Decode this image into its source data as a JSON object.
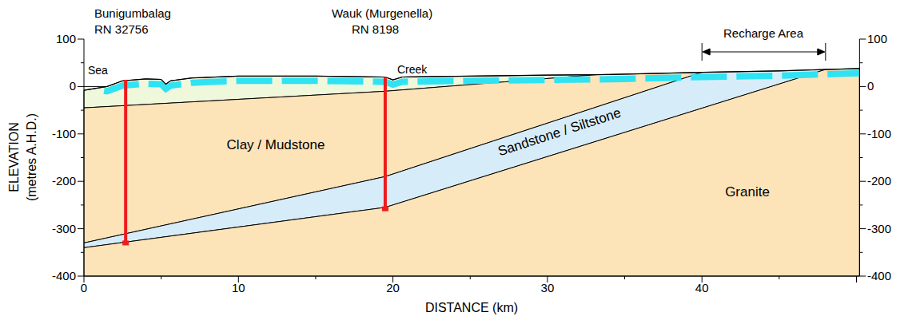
{
  "diagram": {
    "nodes": [
      {
        "text": [
          "Clay / Mudstone"
        ]
      },
      {
        "text": [
          "Sandstone / Siltstone"
        ]
      },
      {
        "text": [
          "Granite"
        ]
      }
    ],
    "labels": [
      "Bunigumbalag",
      "RN 32756",
      "Wauk (Murgenella)",
      "RN 8198",
      "Recharge Area",
      "Sea",
      "Creek",
      "100",
      "0",
      "-100",
      "-200",
      "-300",
      "-400",
      "100",
      "0",
      "-100",
      "-200",
      "-300",
      "-400",
      "0",
      "10",
      "20",
      "30",
      "40",
      "ELEVATION",
      "(metres A.H.D.)",
      "DISTANCE (km)"
    ]
  }
}
